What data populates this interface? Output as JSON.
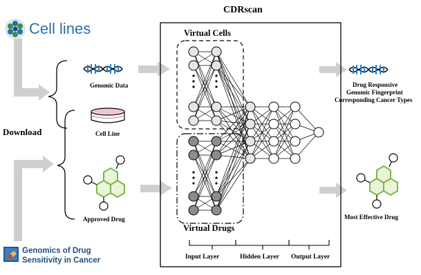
{
  "title": "CDRscan",
  "sources": {
    "cell_lines": "Cell lines",
    "gdsc_line1": "Genomics of Drug",
    "gdsc_line2": "Sensitivity in Cancer"
  },
  "download_label": "Download",
  "inputs": {
    "genomic_data": "Genomic  Data",
    "cell_line": "Cell Line",
    "approved_drug": "Approved Drug"
  },
  "network": {
    "virtual_cells": "Virtual Cells",
    "virtual_drugs": "Virtual Drugs",
    "layers": [
      "Input Layer",
      "Hidden Layer",
      "Output Layer"
    ]
  },
  "outputs": {
    "fingerprint_lines": [
      "Drug Responsive",
      "Genomic Fingerprint",
      "Corresponding Cancer Types"
    ],
    "most_effective_drug": "Most Effective  Drug"
  },
  "colors": {
    "cell_line_logo": "#2a6fa8",
    "gdsc_text": "#1f4e7a",
    "drug_green": "#7bb84a",
    "arrow_gray": "#cfcfcf",
    "cell_node": "#e6e6e6",
    "drug_node": "#8c8c8c",
    "dna_blue": "#2a7fc1"
  },
  "icons": [
    "cell-lines-logo-icon",
    "gdsc-logo-icon",
    "dna-icon",
    "petri-dish-icon",
    "drug-molecule-icon"
  ]
}
